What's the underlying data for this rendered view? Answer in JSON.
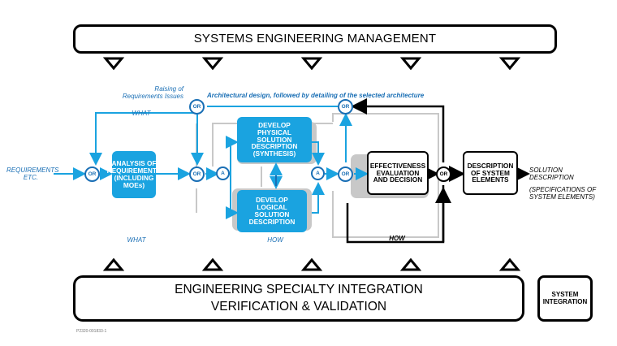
{
  "management": {
    "title": "SYSTEMS ENGINEERING MANAGEMENT"
  },
  "specialty": {
    "line1": "ENGINEERING SPECIALTY INTEGRATION",
    "line2": "VERIFICATION & VALIDATION"
  },
  "system_integration": {
    "line1": "SYSTEM",
    "line2": "INTEGRATION"
  },
  "inputs": {
    "requirements_1": "REQUIREMENTS",
    "requirements_2": "ETC."
  },
  "outputs": {
    "solution_1": "SOLUTION",
    "solution_2": "DESCRIPTION",
    "spec_1": "(SPECIFICATIONS OF",
    "spec_2": "SYSTEM ELEMENTS)"
  },
  "annotations": {
    "raising_1": "Raising of",
    "raising_2": "Requirements Issues",
    "what_top": "WHAT",
    "what_bottom": "WHAT",
    "architecture": "Architectural design, followed by detailing of the selected architecture",
    "how_blue": "HOW",
    "how_black": "HOW"
  },
  "boxes": {
    "analysis": [
      "ANALYSIS OF",
      "REQUIREMENTS",
      "(INCLUDING",
      "MOEs)"
    ],
    "physical": [
      "DEVELOP",
      "PHYSICAL",
      "SOLUTION",
      "DESCRIPTION",
      "(SYNTHESIS)"
    ],
    "logical": [
      "DEVELOP",
      "LOGICAL",
      "SOLUTION",
      "DESCRIPTION"
    ],
    "effectiveness": [
      "EFFECTIVENESS",
      "EVALUATION",
      "AND DECISION"
    ],
    "description": [
      "DESCRIPTION",
      "OF SYSTEM",
      "ELEMENTS"
    ]
  },
  "nodes": {
    "or": "OR",
    "and": "A"
  },
  "figure_id": "P2320-001833-1",
  "colors": {
    "blue": "#1aa3e0",
    "dark_blue": "#1a6fb5",
    "light_blue": "#7cc6ec",
    "gray": "#c8c8c8",
    "black": "#000000"
  }
}
